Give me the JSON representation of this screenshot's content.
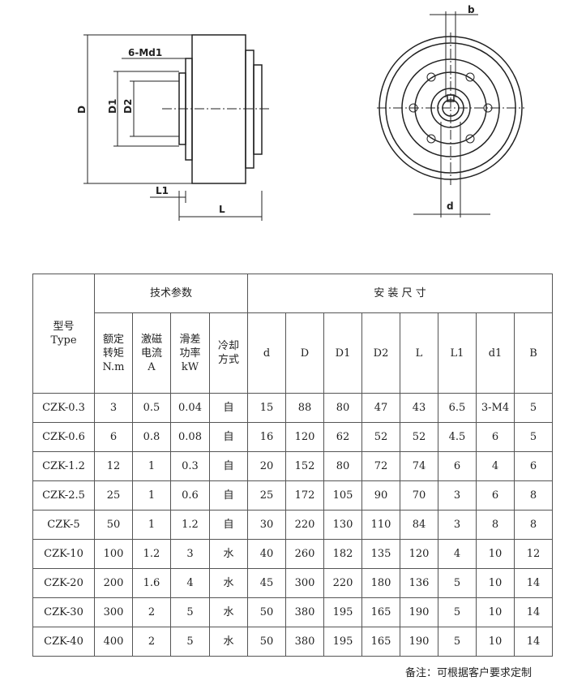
{
  "drawing": {
    "labels": {
      "D": "D",
      "D1": "D1",
      "D2": "D2",
      "holes": "6-Md1",
      "L1": "L1",
      "L": "L",
      "b": "b",
      "d": "d"
    }
  },
  "table": {
    "type_header": [
      "型号",
      "Type"
    ],
    "group_tech": "技术参数",
    "group_install": "安 装 尺 寸",
    "tech_cols": [
      [
        "额定",
        "转矩",
        "N.m"
      ],
      [
        "激磁",
        "电流",
        "A"
      ],
      [
        "滑差",
        "功率",
        "kW"
      ],
      [
        "冷却",
        "方式"
      ]
    ],
    "install_cols": [
      "d",
      "D",
      "D1",
      "D2",
      "L",
      "L1",
      "d1",
      "B"
    ],
    "rows": [
      [
        "CZK-0.3",
        "3",
        "0.5",
        "0.04",
        "自",
        "15",
        "88",
        "80",
        "47",
        "43",
        "6.5",
        "3-M4",
        "5"
      ],
      [
        "CZK-0.6",
        "6",
        "0.8",
        "0.08",
        "自",
        "16",
        "120",
        "62",
        "52",
        "52",
        "4.5",
        "6",
        "5"
      ],
      [
        "CZK-1.2",
        "12",
        "1",
        "0.3",
        "自",
        "20",
        "152",
        "80",
        "72",
        "74",
        "6",
        "4",
        "6"
      ],
      [
        "CZK-2.5",
        "25",
        "1",
        "0.6",
        "自",
        "25",
        "172",
        "105",
        "90",
        "70",
        "3",
        "6",
        "8"
      ],
      [
        "CZK-5",
        "50",
        "1",
        "1.2",
        "自",
        "30",
        "220",
        "130",
        "110",
        "84",
        "3",
        "8",
        "8"
      ],
      [
        "CZK-10",
        "100",
        "1.2",
        "3",
        "水",
        "40",
        "260",
        "182",
        "135",
        "120",
        "4",
        "10",
        "12"
      ],
      [
        "CZK-20",
        "200",
        "1.6",
        "4",
        "水",
        "45",
        "300",
        "220",
        "180",
        "136",
        "5",
        "10",
        "14"
      ],
      [
        "CZK-30",
        "300",
        "2",
        "5",
        "水",
        "50",
        "380",
        "195",
        "165",
        "190",
        "5",
        "10",
        "14"
      ],
      [
        "CZK-40",
        "400",
        "2",
        "5",
        "水",
        "50",
        "380",
        "195",
        "165",
        "190",
        "5",
        "10",
        "14"
      ]
    ]
  },
  "note": "备注：可根据客户要求定制"
}
